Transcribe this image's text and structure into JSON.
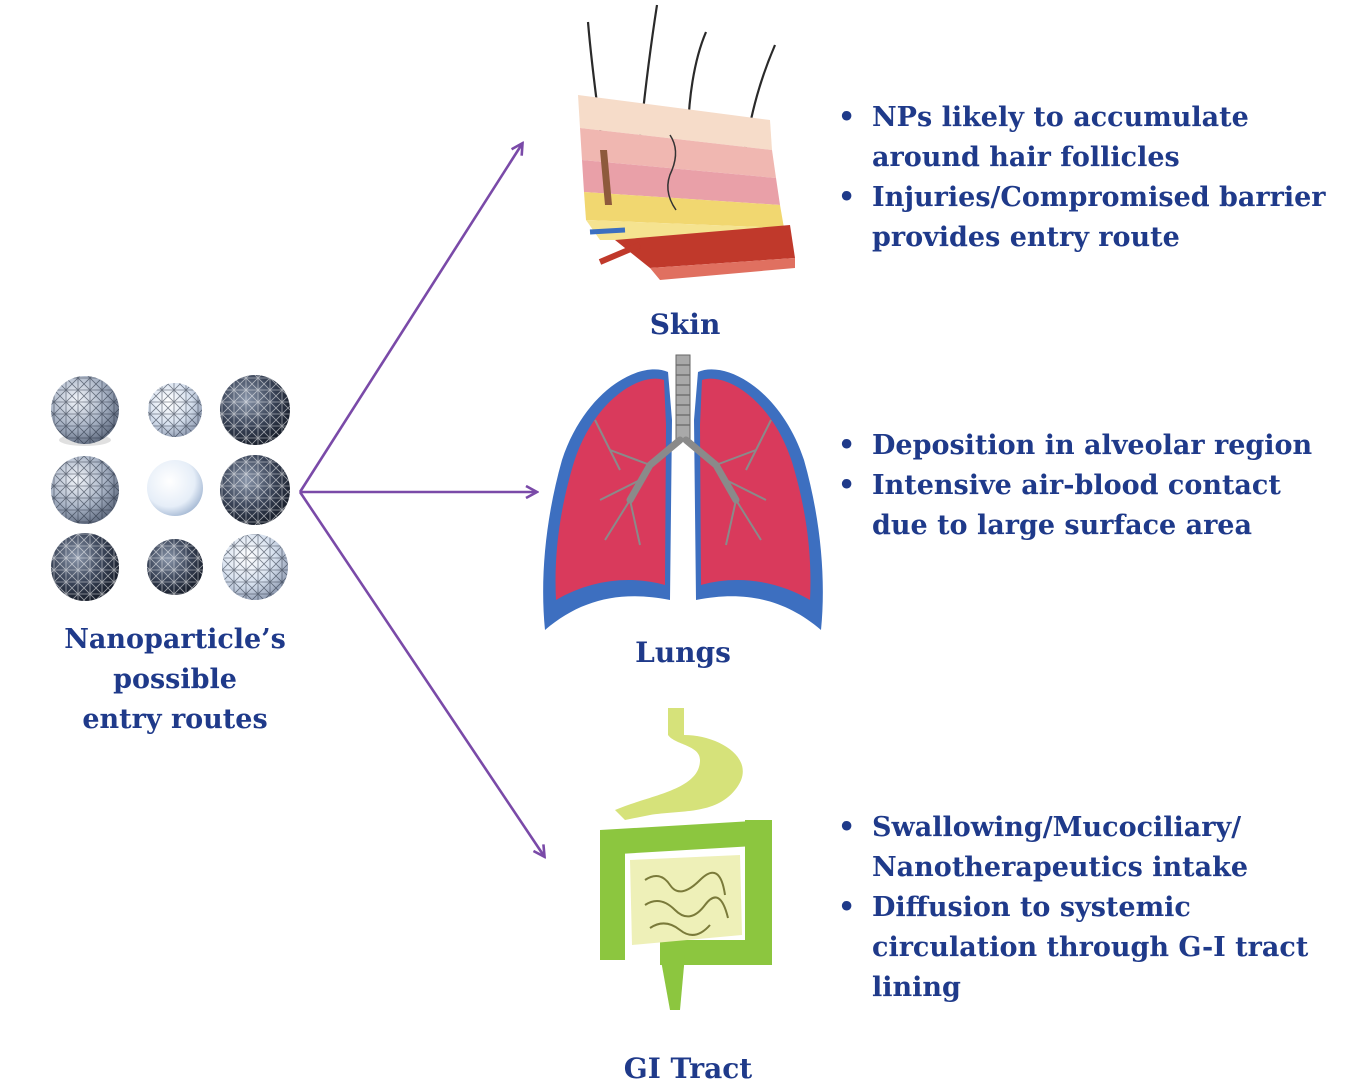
{
  "source": {
    "label_line1": "Nanoparticle’s possible",
    "label_line2": "entry routes",
    "icon": "nanoparticle-spheres-icon"
  },
  "routes": [
    {
      "organ": "Skin",
      "icon": "skin-layers-icon",
      "bullets": [
        "NPs likely to accumulate around hair follicles",
        "Injuries/Compromised barrier provides entry route"
      ]
    },
    {
      "organ": "Lungs",
      "icon": "lungs-icon",
      "bullets": [
        "Deposition in alveolar region",
        "Intensive air-blood contact due to large surface area"
      ]
    },
    {
      "organ": "GI Tract",
      "icon": "intestine-icon",
      "bullets": [
        "Swallowing/Mucociliary/ Nanotherapeutics intake",
        "Diffusion to systemic circulation through G-I tract lining"
      ]
    }
  ],
  "colors": {
    "text": "#1f3a8a",
    "arrow": "#7a4aa8",
    "lung_tissue": "#d93a5c",
    "lung_pleura": "#3d6fc0",
    "stomach": "#d6e27a",
    "intestine": "#8cc63f"
  }
}
